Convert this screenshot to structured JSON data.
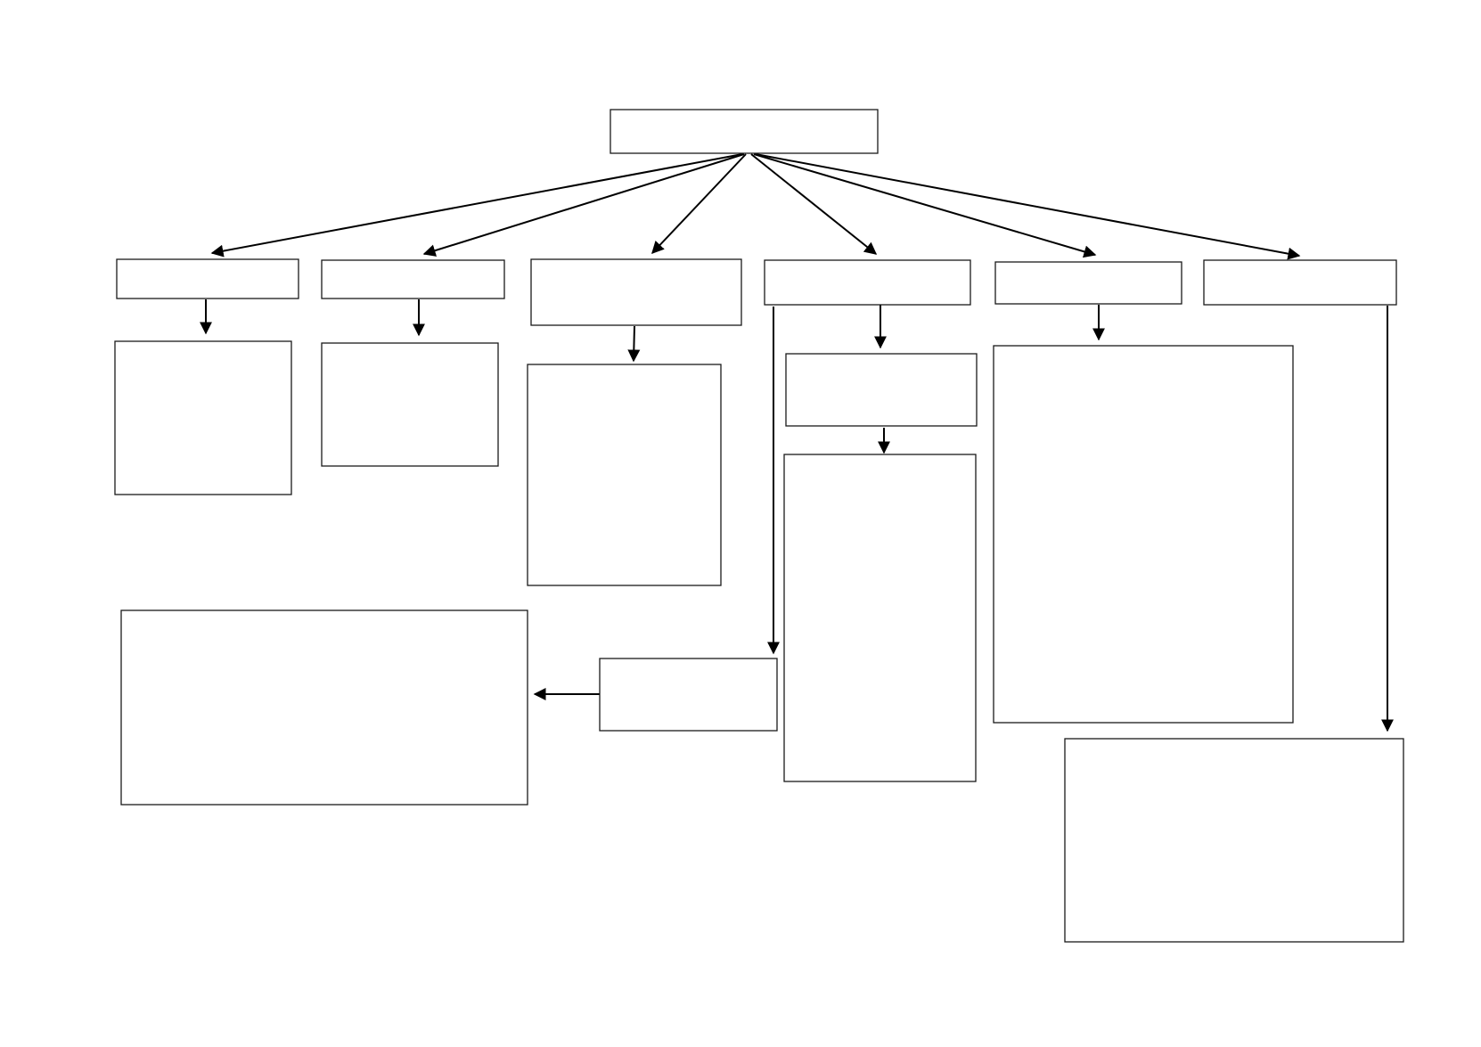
{
  "diagram": {
    "type": "flowchart",
    "root": "root-box",
    "nodes": [
      {
        "id": "root-box",
        "label": ""
      },
      {
        "id": "level1-box-1",
        "label": ""
      },
      {
        "id": "level1-box-2",
        "label": ""
      },
      {
        "id": "level1-box-3",
        "label": ""
      },
      {
        "id": "level1-box-4",
        "label": ""
      },
      {
        "id": "level1-box-5",
        "label": ""
      },
      {
        "id": "level1-box-6",
        "label": ""
      },
      {
        "id": "child-box-1",
        "label": ""
      },
      {
        "id": "child-box-2",
        "label": ""
      },
      {
        "id": "child-box-3",
        "label": ""
      },
      {
        "id": "child-box-4a",
        "label": ""
      },
      {
        "id": "child-box-4b",
        "label": ""
      },
      {
        "id": "child-box-5",
        "label": ""
      },
      {
        "id": "child-box-6",
        "label": ""
      },
      {
        "id": "branch-box-4",
        "label": ""
      },
      {
        "id": "result-box-4",
        "label": ""
      }
    ],
    "edges": [
      {
        "from": "root-box",
        "to": "level1-box-1"
      },
      {
        "from": "root-box",
        "to": "level1-box-2"
      },
      {
        "from": "root-box",
        "to": "level1-box-3"
      },
      {
        "from": "root-box",
        "to": "level1-box-4"
      },
      {
        "from": "root-box",
        "to": "level1-box-5"
      },
      {
        "from": "root-box",
        "to": "level1-box-6"
      },
      {
        "from": "level1-box-1",
        "to": "child-box-1"
      },
      {
        "from": "level1-box-2",
        "to": "child-box-2"
      },
      {
        "from": "level1-box-3",
        "to": "child-box-3"
      },
      {
        "from": "level1-box-4",
        "to": "child-box-4a"
      },
      {
        "from": "child-box-4a",
        "to": "child-box-4b"
      },
      {
        "from": "level1-box-4",
        "to": "branch-box-4"
      },
      {
        "from": "branch-box-4",
        "to": "result-box-4"
      },
      {
        "from": "level1-box-5",
        "to": "child-box-5"
      },
      {
        "from": "level1-box-6",
        "to": "child-box-6"
      }
    ]
  }
}
